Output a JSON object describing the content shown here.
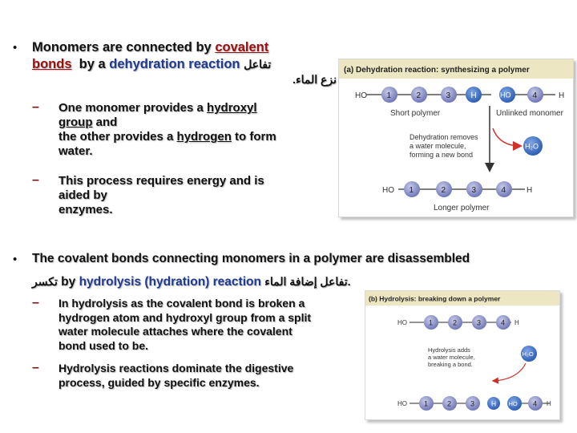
{
  "bullet1": {
    "marker": "•",
    "line1_part1": "Monomers are connected by ",
    "line1_link": "covalent",
    "line2_link": "bonds",
    "line2_part2": "  by a ",
    "line2_term": "dehydration reaction",
    "line2_arabic": "تفاعل",
    "line3_arabic": "نزع الماء.",
    "sub_items": [
      {
        "marker": "–",
        "line1_part1": "One monomer provides a ",
        "line1_link": "hydroxyl",
        "line2_link": "group",
        "line2_part2": " and",
        "line3_part1": "the other provides a ",
        "line3_link": "hydrogen",
        "line3_part2": " to form",
        "line4": "water."
      },
      {
        "marker": "–",
        "line1": "This process requires energy and is",
        "line2": "aided by",
        "line3": "enzymes."
      }
    ]
  },
  "figure_a": {
    "title": "(a) Dehydration reaction: synthesizing a polymer",
    "labels": {
      "ho": "HO",
      "h": "H",
      "n1": "1",
      "n2": "2",
      "n3": "3",
      "n4": "4",
      "short_polymer": "Short polymer",
      "unlinked_monomer": "Unlinked monomer",
      "note_line1": "Dehydration removes",
      "note_line2": "a water molecule,",
      "note_line3": "forming a new bond",
      "water": "H₂O",
      "longer_polymer": "Longer polymer"
    }
  },
  "bullet2": {
    "marker": "•",
    "line1": "The covalent bonds connecting monomers in a polymer are disassembled",
    "line2_arabic_before": "تكسر",
    "line2_part1": "by ",
    "line2_term": "hydrolysis (hydration) reaction",
    "line2_arabic_after": "تفاعل إضافة الماء.",
    "sub_items": [
      {
        "marker": "–",
        "lines": [
          "In hydrolysis as the covalent bond is broken a",
          "hydrogen atom and hydroxyl group from a split",
          "water molecule attaches where the covalent",
          "bond used to be."
        ]
      },
      {
        "marker": "–",
        "lines": [
          "Hydrolysis reactions dominate the digestive",
          "process, guided by specific enzymes."
        ]
      }
    ]
  },
  "figure_b": {
    "title": "(b) Hydrolysis: breaking down a polymer",
    "labels": {
      "ho": "HO",
      "h": "H",
      "n1": "1",
      "n2": "2",
      "n3": "3",
      "n4": "4",
      "note_line1": "Hydrolysis adds",
      "note_line2": "a water molecule,",
      "note_line3": "breaking a bond.",
      "water": "H₂O"
    }
  },
  "colors": {
    "link_red": "#9a1010",
    "term_blue": "#1f3a8f",
    "monomer_fill": "#8c93c9",
    "hydrogen_fill": "#3d6fc4",
    "panel_title_fill": "#ece7c2",
    "arrow_red": "#d0322a"
  }
}
